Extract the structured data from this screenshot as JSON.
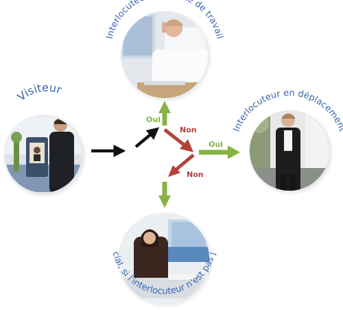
{
  "labels": {
    "visitor": "Visiteur",
    "desk": "Interlocuteur sur poste de travail",
    "mobile": "Interlocuteur en déplacement",
    "hq": "Siège social, si l'interlocuteur n'est pas joignable"
  },
  "flow": {
    "yes_top": "Oui",
    "no_top": "Non",
    "yes_right": "Oui",
    "no_bottom": "Non"
  },
  "colors": {
    "label_blue": "#3a63b0",
    "yes_green": "#86b342",
    "no_red": "#b5413a",
    "arrow_black": "#111111"
  }
}
